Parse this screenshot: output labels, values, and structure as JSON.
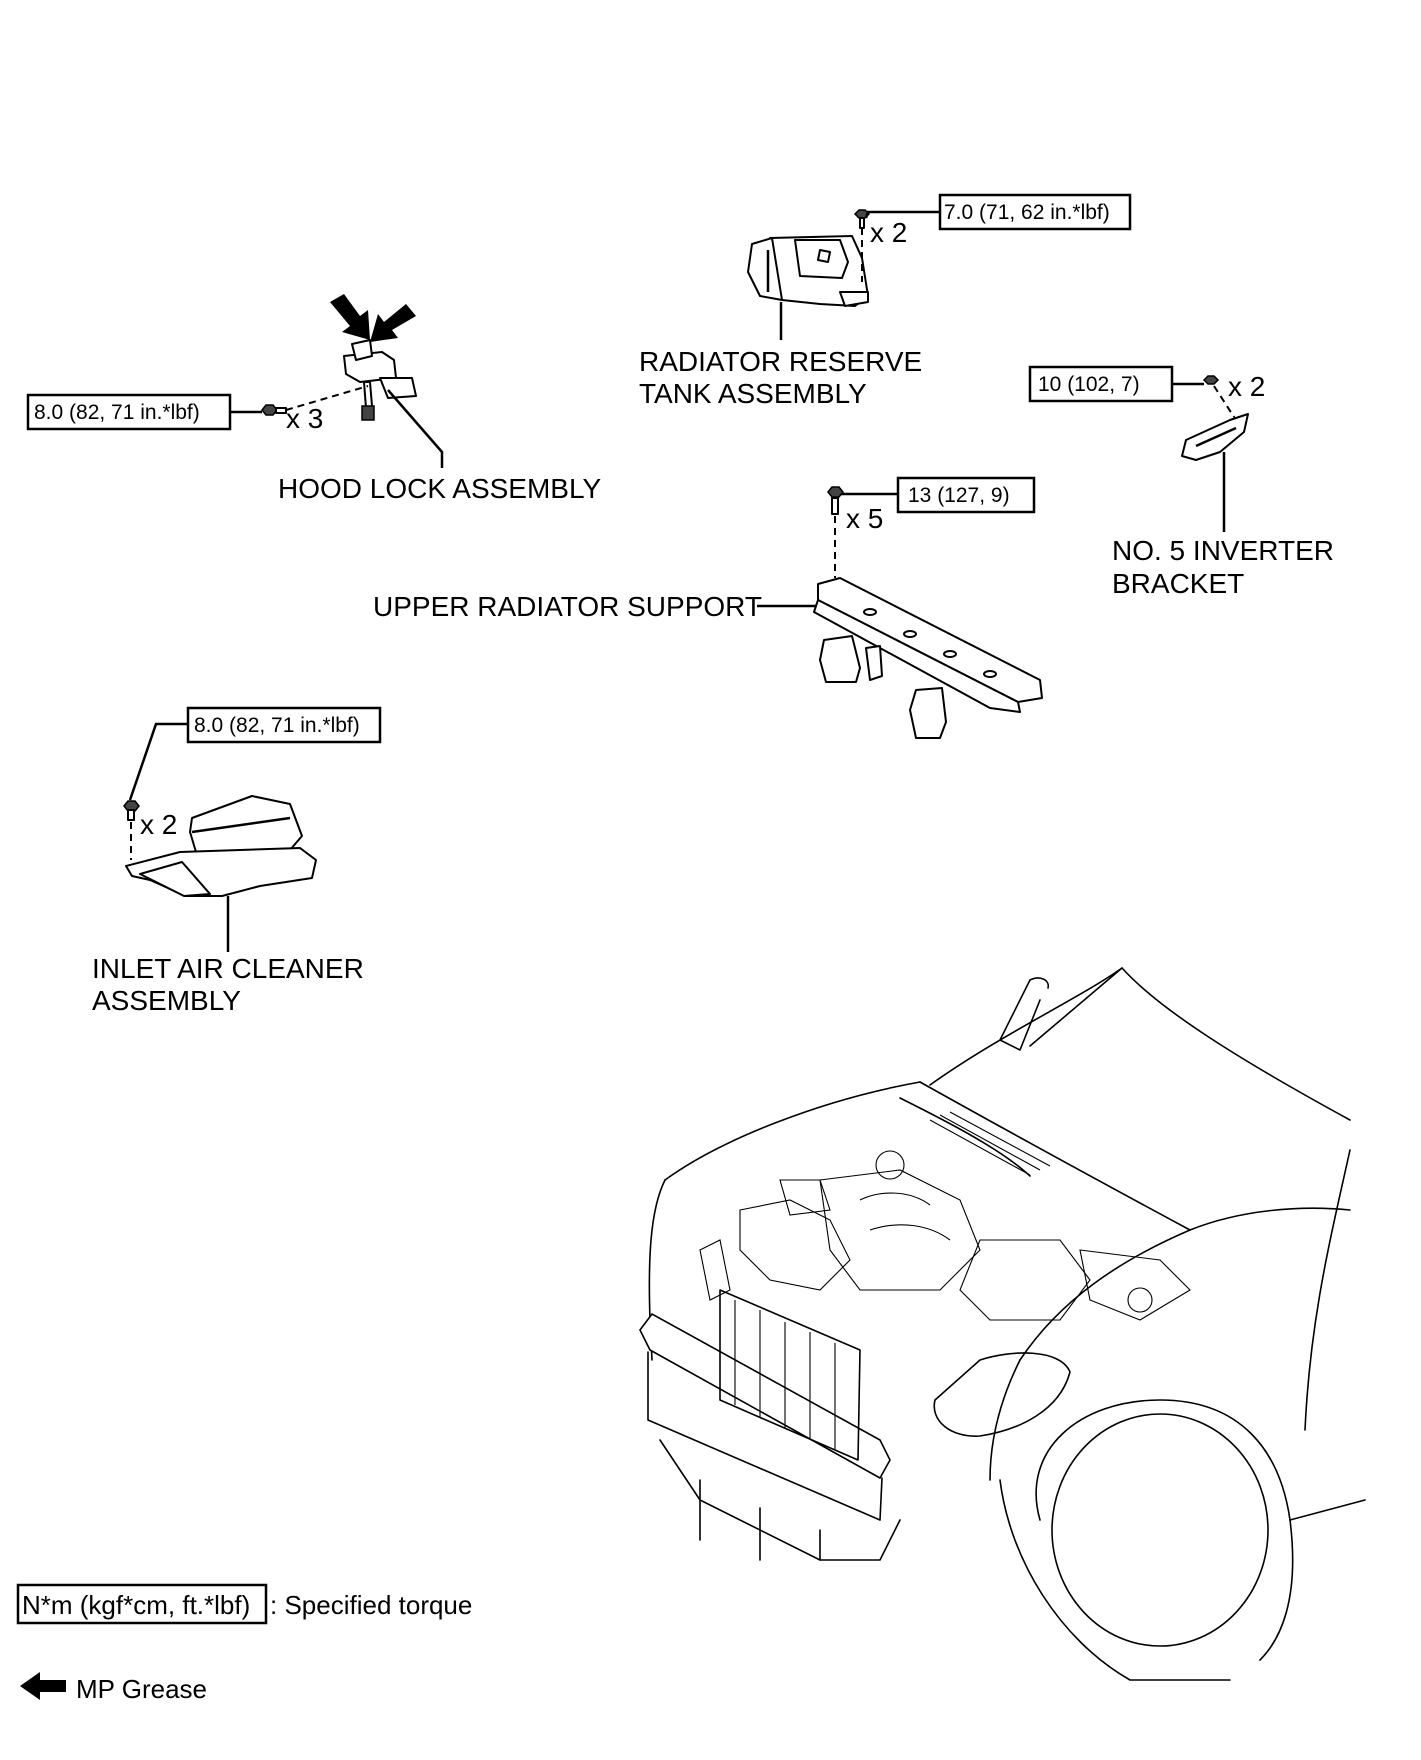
{
  "parts": {
    "hood_lock": {
      "label": "HOOD LOCK ASSEMBLY",
      "torque": "8.0 (82, 71 in.*lbf)",
      "qty": "x 3"
    },
    "radiator_reserve_tank": {
      "label_line1": "RADIATOR RESERVE",
      "label_line2": "TANK ASSEMBLY",
      "torque": "7.0 (71, 62 in.*lbf)",
      "qty": "x 2"
    },
    "no5_inverter_bracket": {
      "label_line1": "NO. 5 INVERTER",
      "label_line2": "BRACKET",
      "torque": "10 (102, 7)",
      "qty": "x 2"
    },
    "upper_radiator_support": {
      "label": "UPPER RADIATOR SUPPORT",
      "torque": "13 (127, 9)",
      "qty": "x 5"
    },
    "inlet_air_cleaner": {
      "label_line1": "INLET AIR CLEANER",
      "label_line2": "ASSEMBLY",
      "torque": "8.0 (82, 71 in.*lbf)",
      "qty": "x 2"
    }
  },
  "legend": {
    "torque_unit": "N*m (kgf*cm, ft.*lbf)",
    "torque_text": ": Specified torque",
    "grease_text": "MP Grease"
  },
  "icons": {
    "grease": "grease-arrow-icon",
    "bolt": "bolt-icon"
  }
}
